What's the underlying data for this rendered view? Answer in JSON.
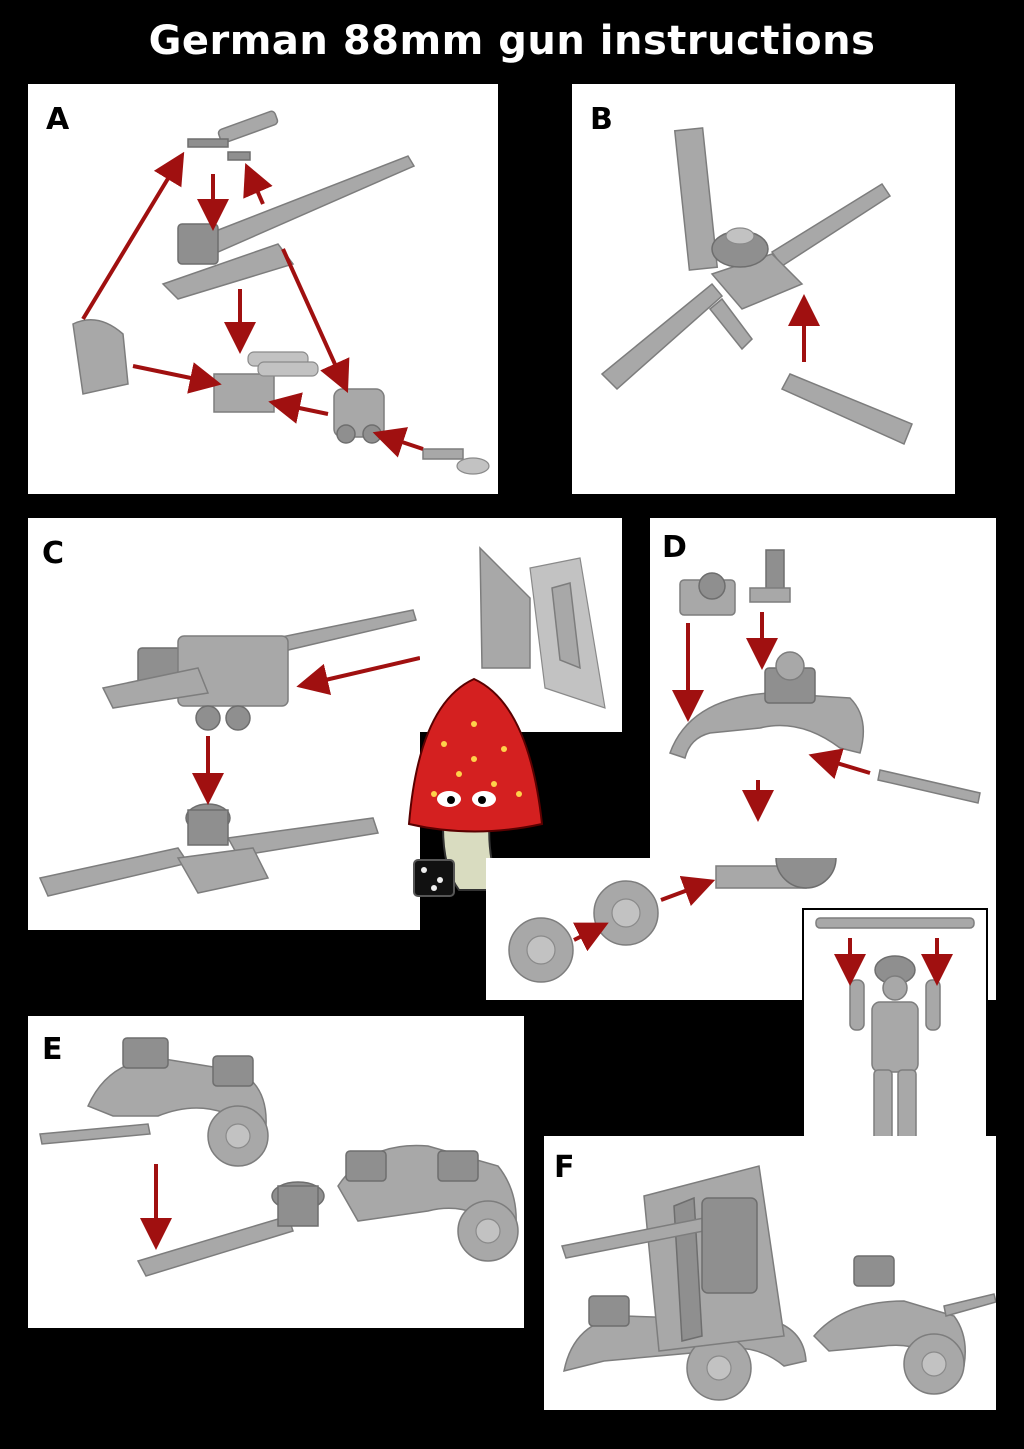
{
  "title": "German 88mm gun instructions",
  "panels": {
    "a": {
      "label": "A"
    },
    "b": {
      "label": "B"
    },
    "c": {
      "label": "C"
    },
    "d": {
      "label": "D"
    },
    "e": {
      "label": "E"
    },
    "f": {
      "label": "F"
    }
  },
  "colors": {
    "background": "#000000",
    "panel": "#ffffff",
    "arrow": "#a01010",
    "model": "#a8a8a8"
  },
  "icons": [
    "toadstool-mascot-icon",
    "dice-icon"
  ]
}
